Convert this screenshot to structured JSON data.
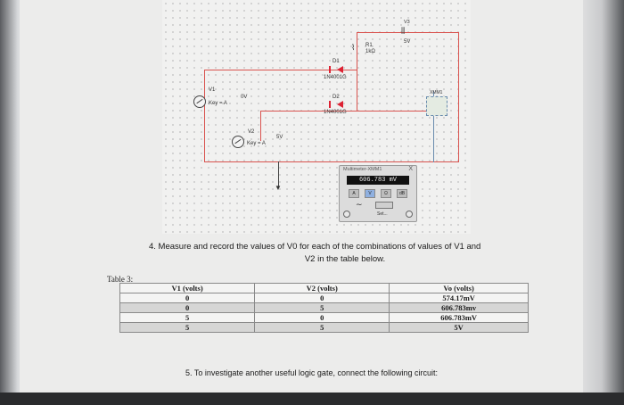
{
  "circuit": {
    "v1": {
      "name": "V1",
      "key": "Key = A",
      "value": "0V"
    },
    "v2": {
      "name": "V2",
      "key": "Key = A",
      "value": "5V"
    },
    "v3": {
      "name": "V3",
      "value": "5V"
    },
    "r1": {
      "name": "R1",
      "value": "1kΩ"
    },
    "d1": {
      "name": "D1",
      "model": "1N4001G"
    },
    "d2": {
      "name": "D2",
      "model": "1N4001G"
    },
    "xmm_label": "XMM1"
  },
  "multimeter": {
    "title": "Multimeter-XMM1",
    "close": "X",
    "reading": "606.783 mV",
    "buttons": [
      "A",
      "V",
      "Ω",
      "dB"
    ],
    "set_label": "Set...",
    "terminal_minus": "-",
    "terminal_plus": "+"
  },
  "question": {
    "line1": "4.   Measure and record the values of V0 for each of the combinations of values of V1 and",
    "line2": "V2 in the table below."
  },
  "table": {
    "caption": "Table 3:",
    "headers": [
      "V1 (volts)",
      "V2 (volts)",
      "Vo (volts)"
    ],
    "rows": [
      [
        "0",
        "0",
        "574.17mV"
      ],
      [
        "0",
        "5",
        "606.783mv"
      ],
      [
        "5",
        "0",
        "606.783mV"
      ],
      [
        "5",
        "5",
        "5V"
      ]
    ]
  },
  "next_step": "5.   To investigate another useful logic gate, connect the following circuit:"
}
